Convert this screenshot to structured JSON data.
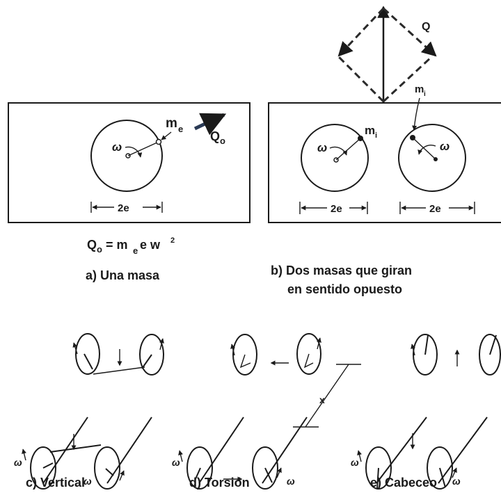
{
  "panel_a": {
    "omega": "ω",
    "mass": "m",
    "mass_sub": "e",
    "force": "Q",
    "force_sub": "o",
    "dim": "2e",
    "formula_Q": "Q",
    "formula_Q_sub": "o",
    "formula_eq": "= m",
    "formula_m_sub": "e",
    "formula_rest": "e w",
    "formula_exp": "2",
    "caption": "a) Una masa"
  },
  "panel_b": {
    "omega_left": "ω",
    "omega_right": "ω",
    "mass": "m",
    "mass_sub": "i",
    "mass2": "m",
    "mass2_sub": "i",
    "force": "Q",
    "dim_left": "2e",
    "dim_right": "2e",
    "caption_line1": "b) Dos masas que giran",
    "caption_line2": "en sentido opuesto"
  },
  "panel_c": {
    "omega1": "ω",
    "omega2": "ω",
    "caption": "c) Vertical"
  },
  "panel_d": {
    "omega1": "ω",
    "omega2": "ω",
    "dim": "x",
    "caption": "d) Torsión"
  },
  "panel_e": {
    "omega1": "ω",
    "omega2": "ω",
    "caption": "e) Cabeceo"
  }
}
